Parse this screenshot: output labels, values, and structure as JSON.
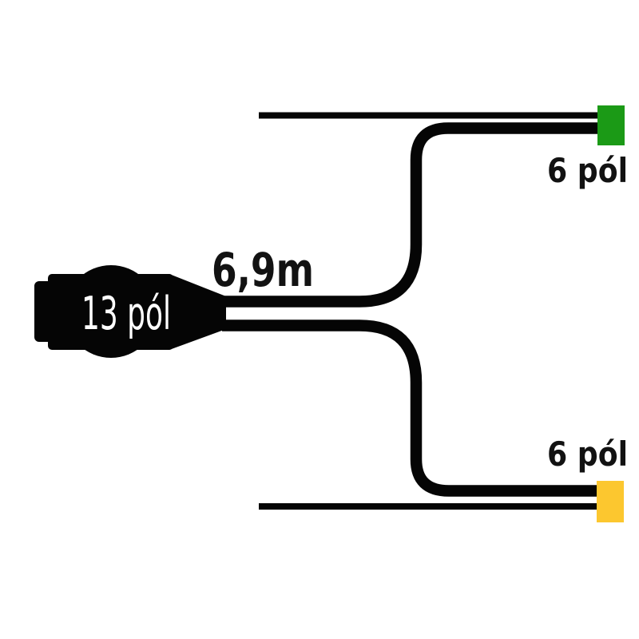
{
  "diagram": {
    "type": "trailer-cable-wiring-diagram",
    "main_connector": {
      "label": "13 pól",
      "pole_count": "13",
      "color": "#050505",
      "text_color": "#ffffff"
    },
    "cable": {
      "length_label": "6,9m",
      "color": "#050505"
    },
    "branch_top": {
      "label": "6 pól",
      "pole_count": "6",
      "connector_color": "#1b9a16"
    },
    "branch_bottom": {
      "label": "6 pól",
      "pole_count": "6",
      "connector_color": "#fcc72f"
    },
    "label_color": "#121212",
    "background": "#ffffff"
  }
}
